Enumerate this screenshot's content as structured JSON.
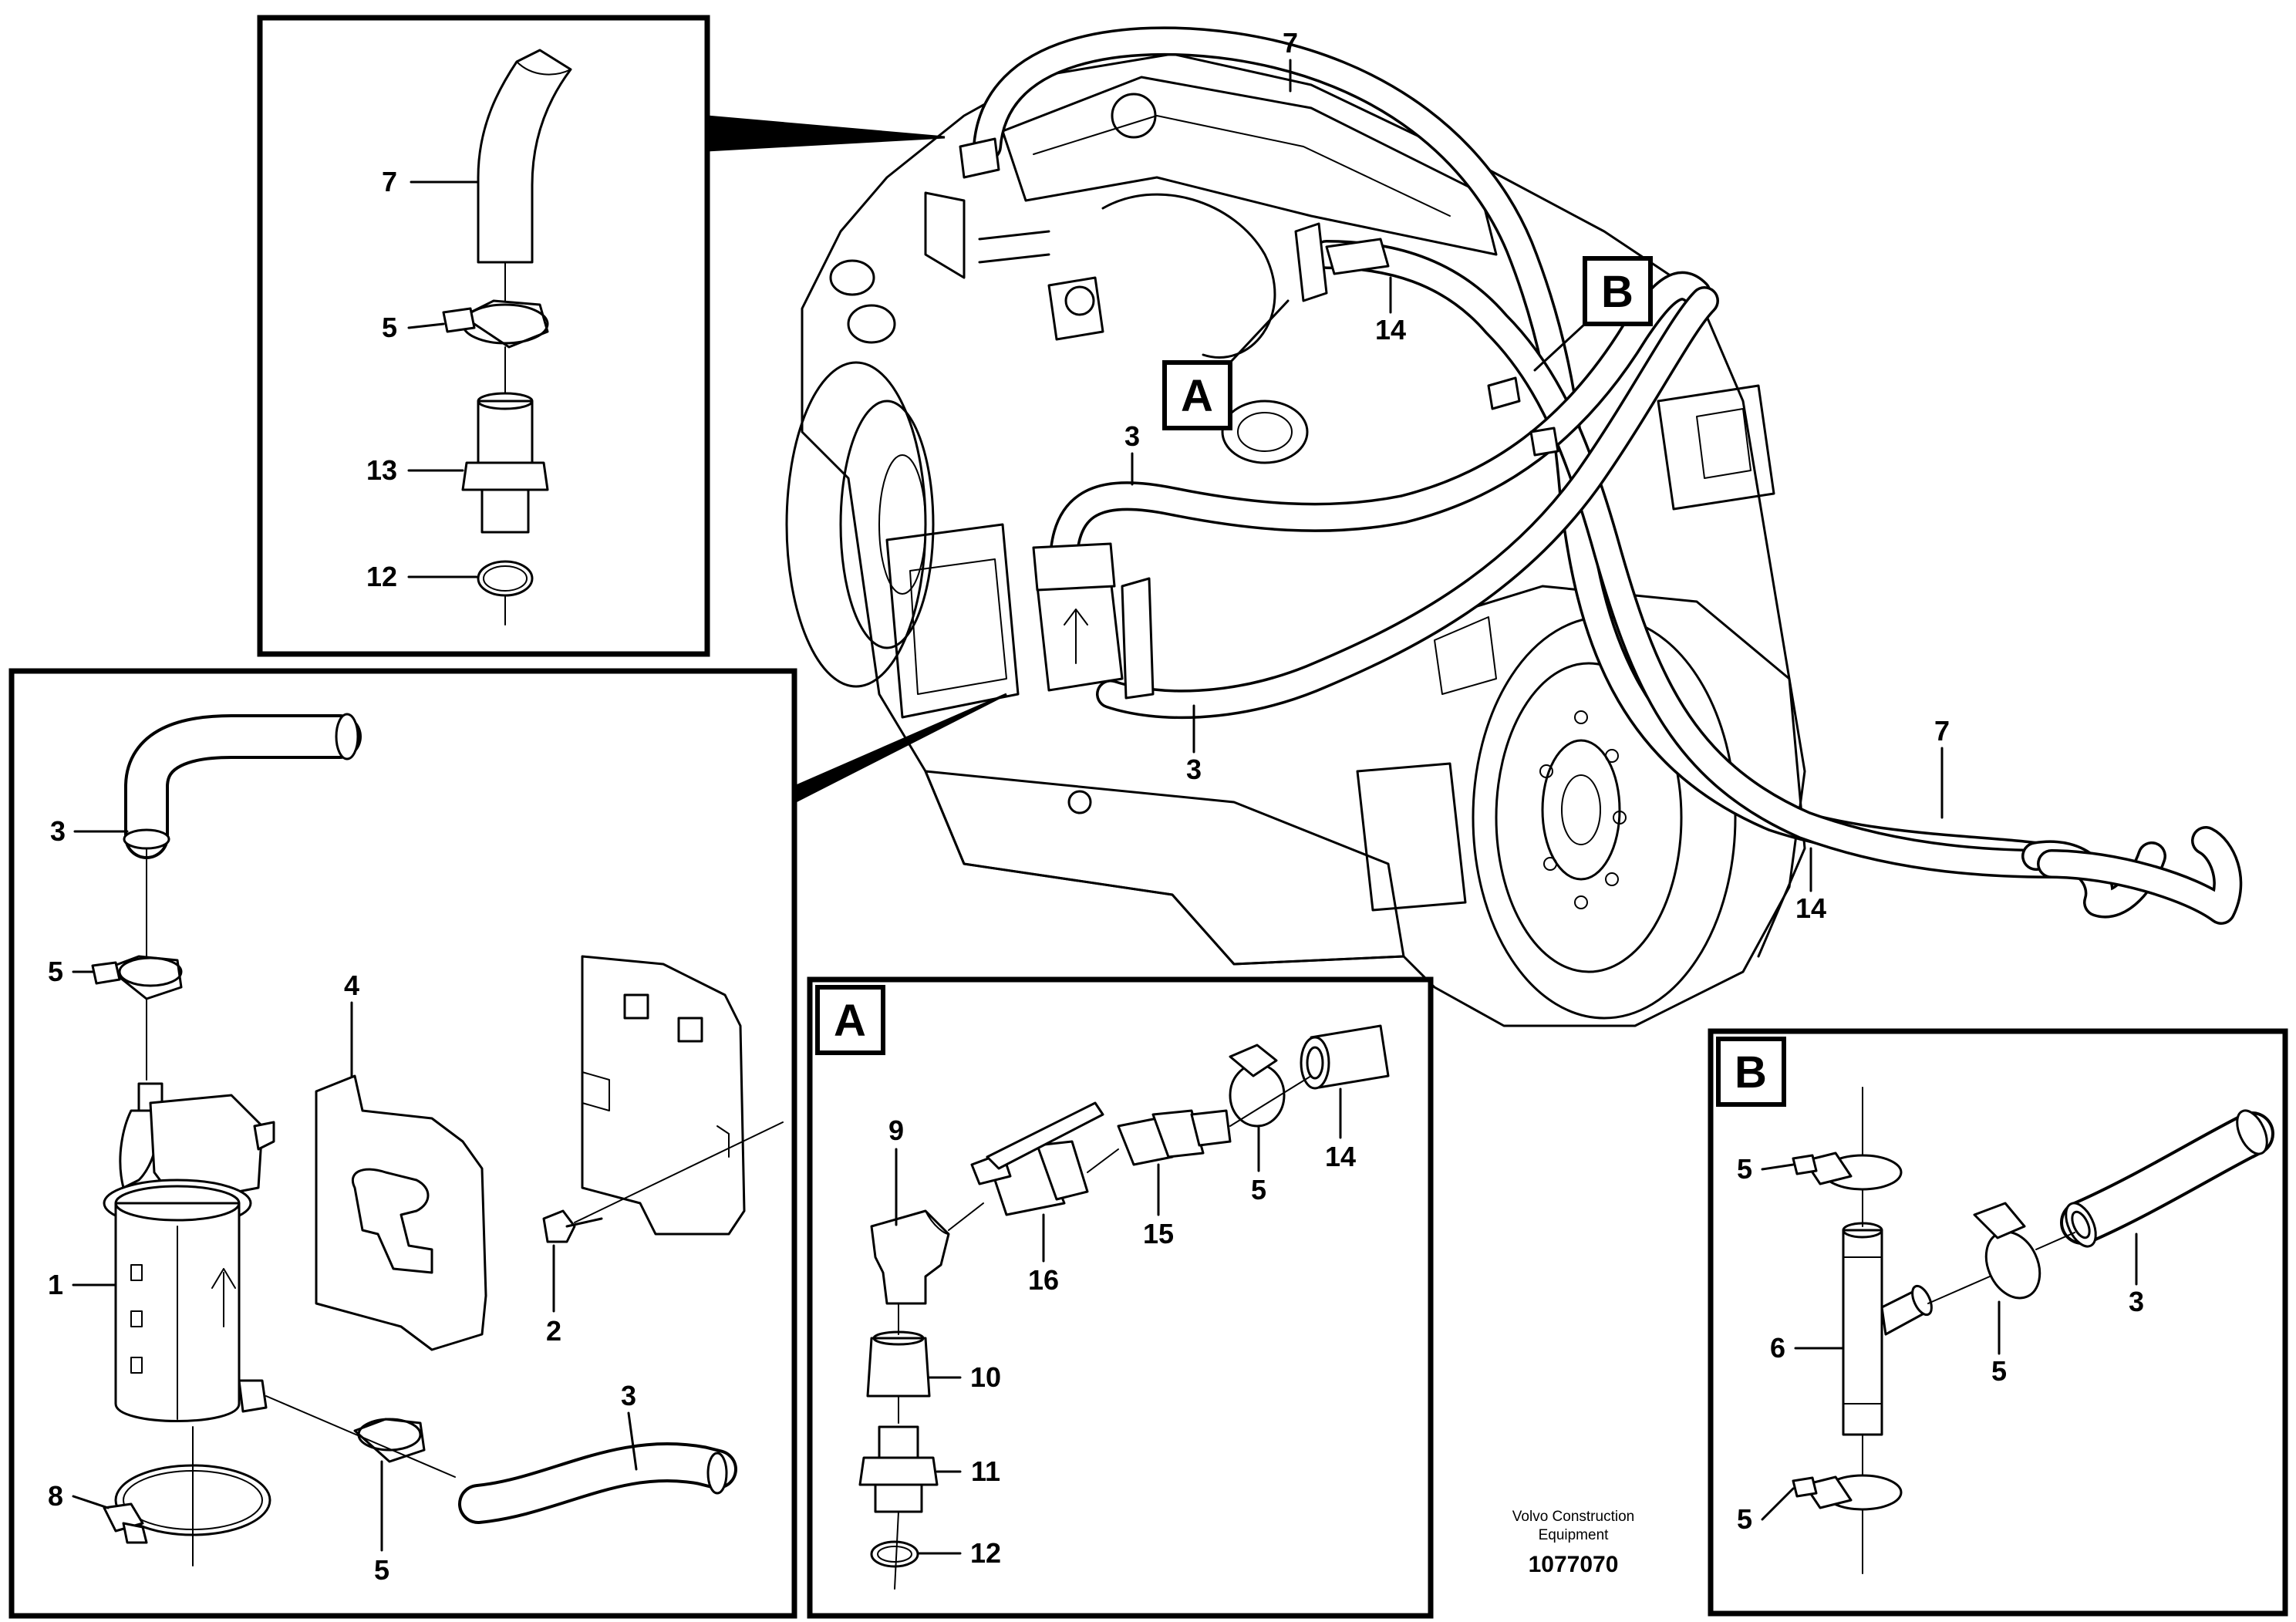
{
  "callouts": {
    "main_A": "A",
    "main_B": "B",
    "detail_A": "A",
    "detail_B": "B"
  },
  "labels": {
    "main": {
      "top_7": "7",
      "mid_3": "3",
      "low_3": "3",
      "right_14": "14",
      "right_7": "7",
      "bottom_14": "14"
    },
    "inset_top": {
      "l7": "7",
      "l5": "5",
      "l13": "13",
      "l12": "12"
    },
    "inset_left": {
      "l3_top": "3",
      "l5_top": "5",
      "l4": "4",
      "l1": "1",
      "l2": "2",
      "l3_bottom": "3",
      "l8": "8",
      "l5_bottom": "5"
    },
    "detail_A": {
      "l9": "9",
      "l16": "16",
      "l15": "15",
      "l5": "5",
      "l14": "14",
      "l10": "10",
      "l11": "11",
      "l12": "12"
    },
    "detail_B": {
      "l5_top": "5",
      "l6": "6",
      "l5_mid": "5",
      "l3": "3",
      "l5_bottom": "5"
    }
  },
  "footer": {
    "brand_line1": "Volvo Construction",
    "brand_line2": "Equipment",
    "figure_number": "1077070"
  }
}
